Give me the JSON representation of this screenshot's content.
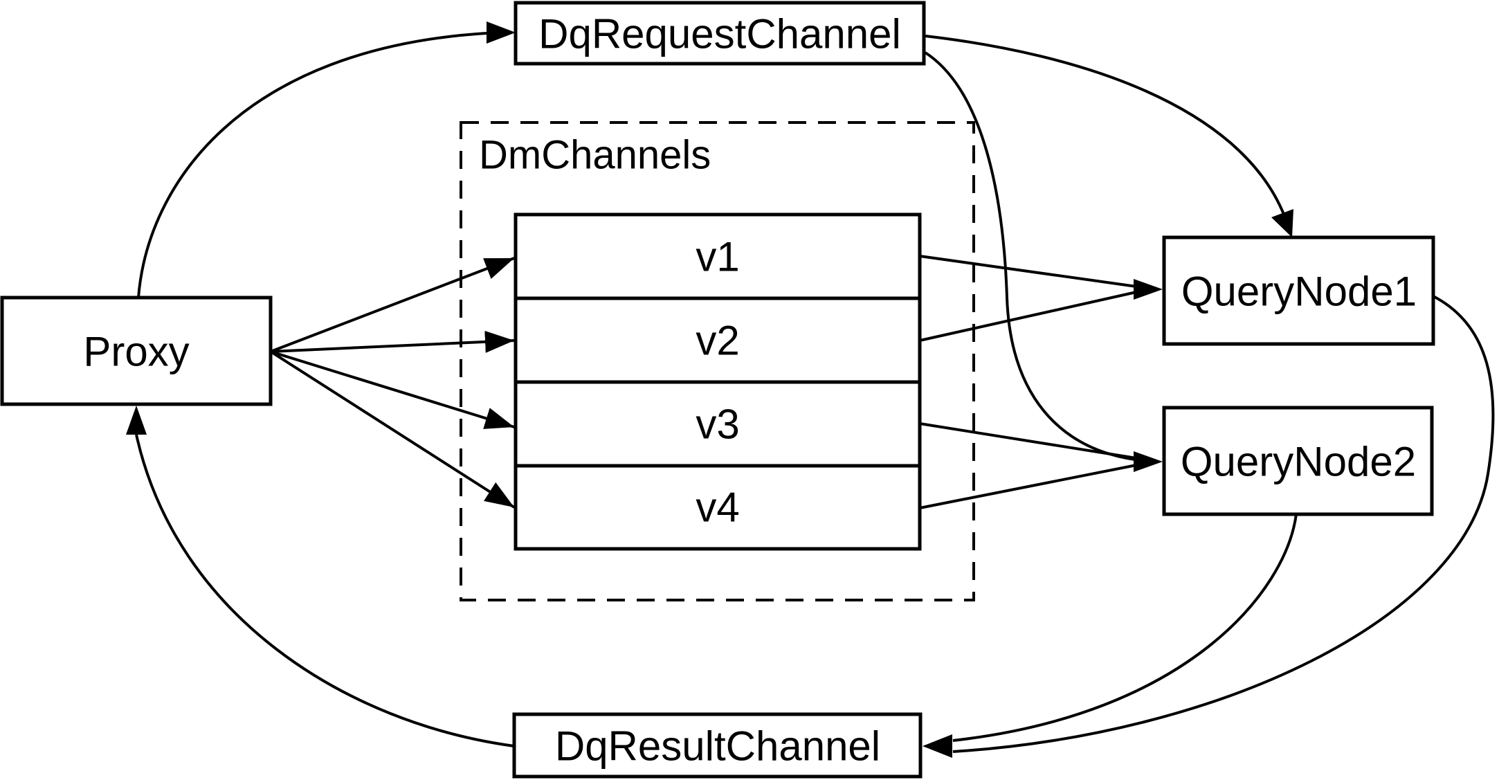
{
  "diagram": {
    "title": "Proxy / DmChannels / QueryNode data flow diagram",
    "colors": {
      "background": "#ffffff",
      "stroke": "#000000",
      "text": "#000000"
    },
    "nodes": {
      "proxy": {
        "label": "Proxy"
      },
      "dq_request_channel": {
        "label": "DqRequestChannel"
      },
      "dm_channels": {
        "label": "DmChannels"
      },
      "v1": {
        "label": "v1"
      },
      "v2": {
        "label": "v2"
      },
      "v3": {
        "label": "v3"
      },
      "v4": {
        "label": "v4"
      },
      "query_node1": {
        "label": "QueryNode1"
      },
      "query_node2": {
        "label": "QueryNode2"
      },
      "dq_result_channel": {
        "label": "DqResultChannel"
      }
    },
    "edges": [
      {
        "from": "Proxy",
        "to": "DqRequestChannel",
        "style": "curved"
      },
      {
        "from": "Proxy",
        "to": "v1",
        "style": "straight"
      },
      {
        "from": "Proxy",
        "to": "v2",
        "style": "straight"
      },
      {
        "from": "Proxy",
        "to": "v3",
        "style": "straight"
      },
      {
        "from": "Proxy",
        "to": "v4",
        "style": "straight"
      },
      {
        "from": "v1",
        "to": "QueryNode1",
        "style": "straight"
      },
      {
        "from": "v2",
        "to": "QueryNode1",
        "style": "straight"
      },
      {
        "from": "v3",
        "to": "QueryNode2",
        "style": "straight"
      },
      {
        "from": "v4",
        "to": "QueryNode2",
        "style": "straight"
      },
      {
        "from": "DqRequestChannel",
        "to": "QueryNode1",
        "style": "curved"
      },
      {
        "from": "DqRequestChannel",
        "to": "QueryNode2",
        "style": "curved"
      },
      {
        "from": "QueryNode1",
        "to": "DqResultChannel",
        "style": "curved"
      },
      {
        "from": "QueryNode2",
        "to": "DqResultChannel",
        "style": "curved"
      },
      {
        "from": "DqResultChannel",
        "to": "Proxy",
        "style": "curved"
      }
    ]
  }
}
